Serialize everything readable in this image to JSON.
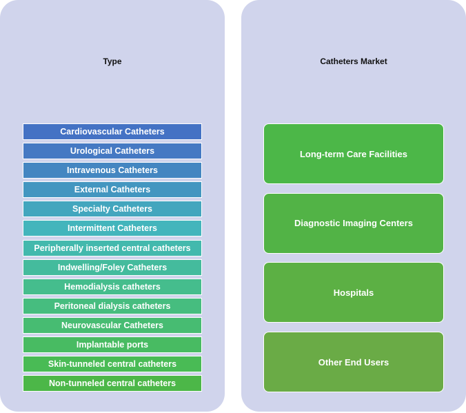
{
  "left_panel": {
    "title": "Type",
    "items": [
      {
        "label": "Cardiovascular Catheters",
        "color": "#4472c4"
      },
      {
        "label": "Urological Catheters",
        "color": "#4579c3"
      },
      {
        "label": "Intravenous Catheters",
        "color": "#4486c1"
      },
      {
        "label": "External Catheters",
        "color": "#4396c0"
      },
      {
        "label": "Specialty Catheters",
        "color": "#43a6be"
      },
      {
        "label": "Intermittent Catheters",
        "color": "#43b5bc"
      },
      {
        "label": "Peripherally inserted central catheters",
        "color": "#43b9ad"
      },
      {
        "label": "Indwelling/Foley Catheters",
        "color": "#44bb9d"
      },
      {
        "label": "Hemodialysis catheters",
        "color": "#45bd8d"
      },
      {
        "label": "Peritoneal dialysis catheters",
        "color": "#46bd7f"
      },
      {
        "label": "Neurovascular Catheters",
        "color": "#47bc72"
      },
      {
        "label": "Implantable ports",
        "color": "#48bb62"
      },
      {
        "label": "Skin-tunneled central catheters",
        "color": "#49bb55"
      },
      {
        "label": "Non-tunneled central catheters",
        "color": "#4cb748"
      }
    ]
  },
  "right_panel": {
    "title": "Catheters Market",
    "items": [
      {
        "label": "Long-term Care Facilities",
        "color": "#4cb748"
      },
      {
        "label": "Diagnostic Imaging Centers",
        "color": "#52b346"
      },
      {
        "label": "Hospitals",
        "color": "#5cb044"
      },
      {
        "label": "Other End Users",
        "color": "#6aab46"
      }
    ]
  }
}
